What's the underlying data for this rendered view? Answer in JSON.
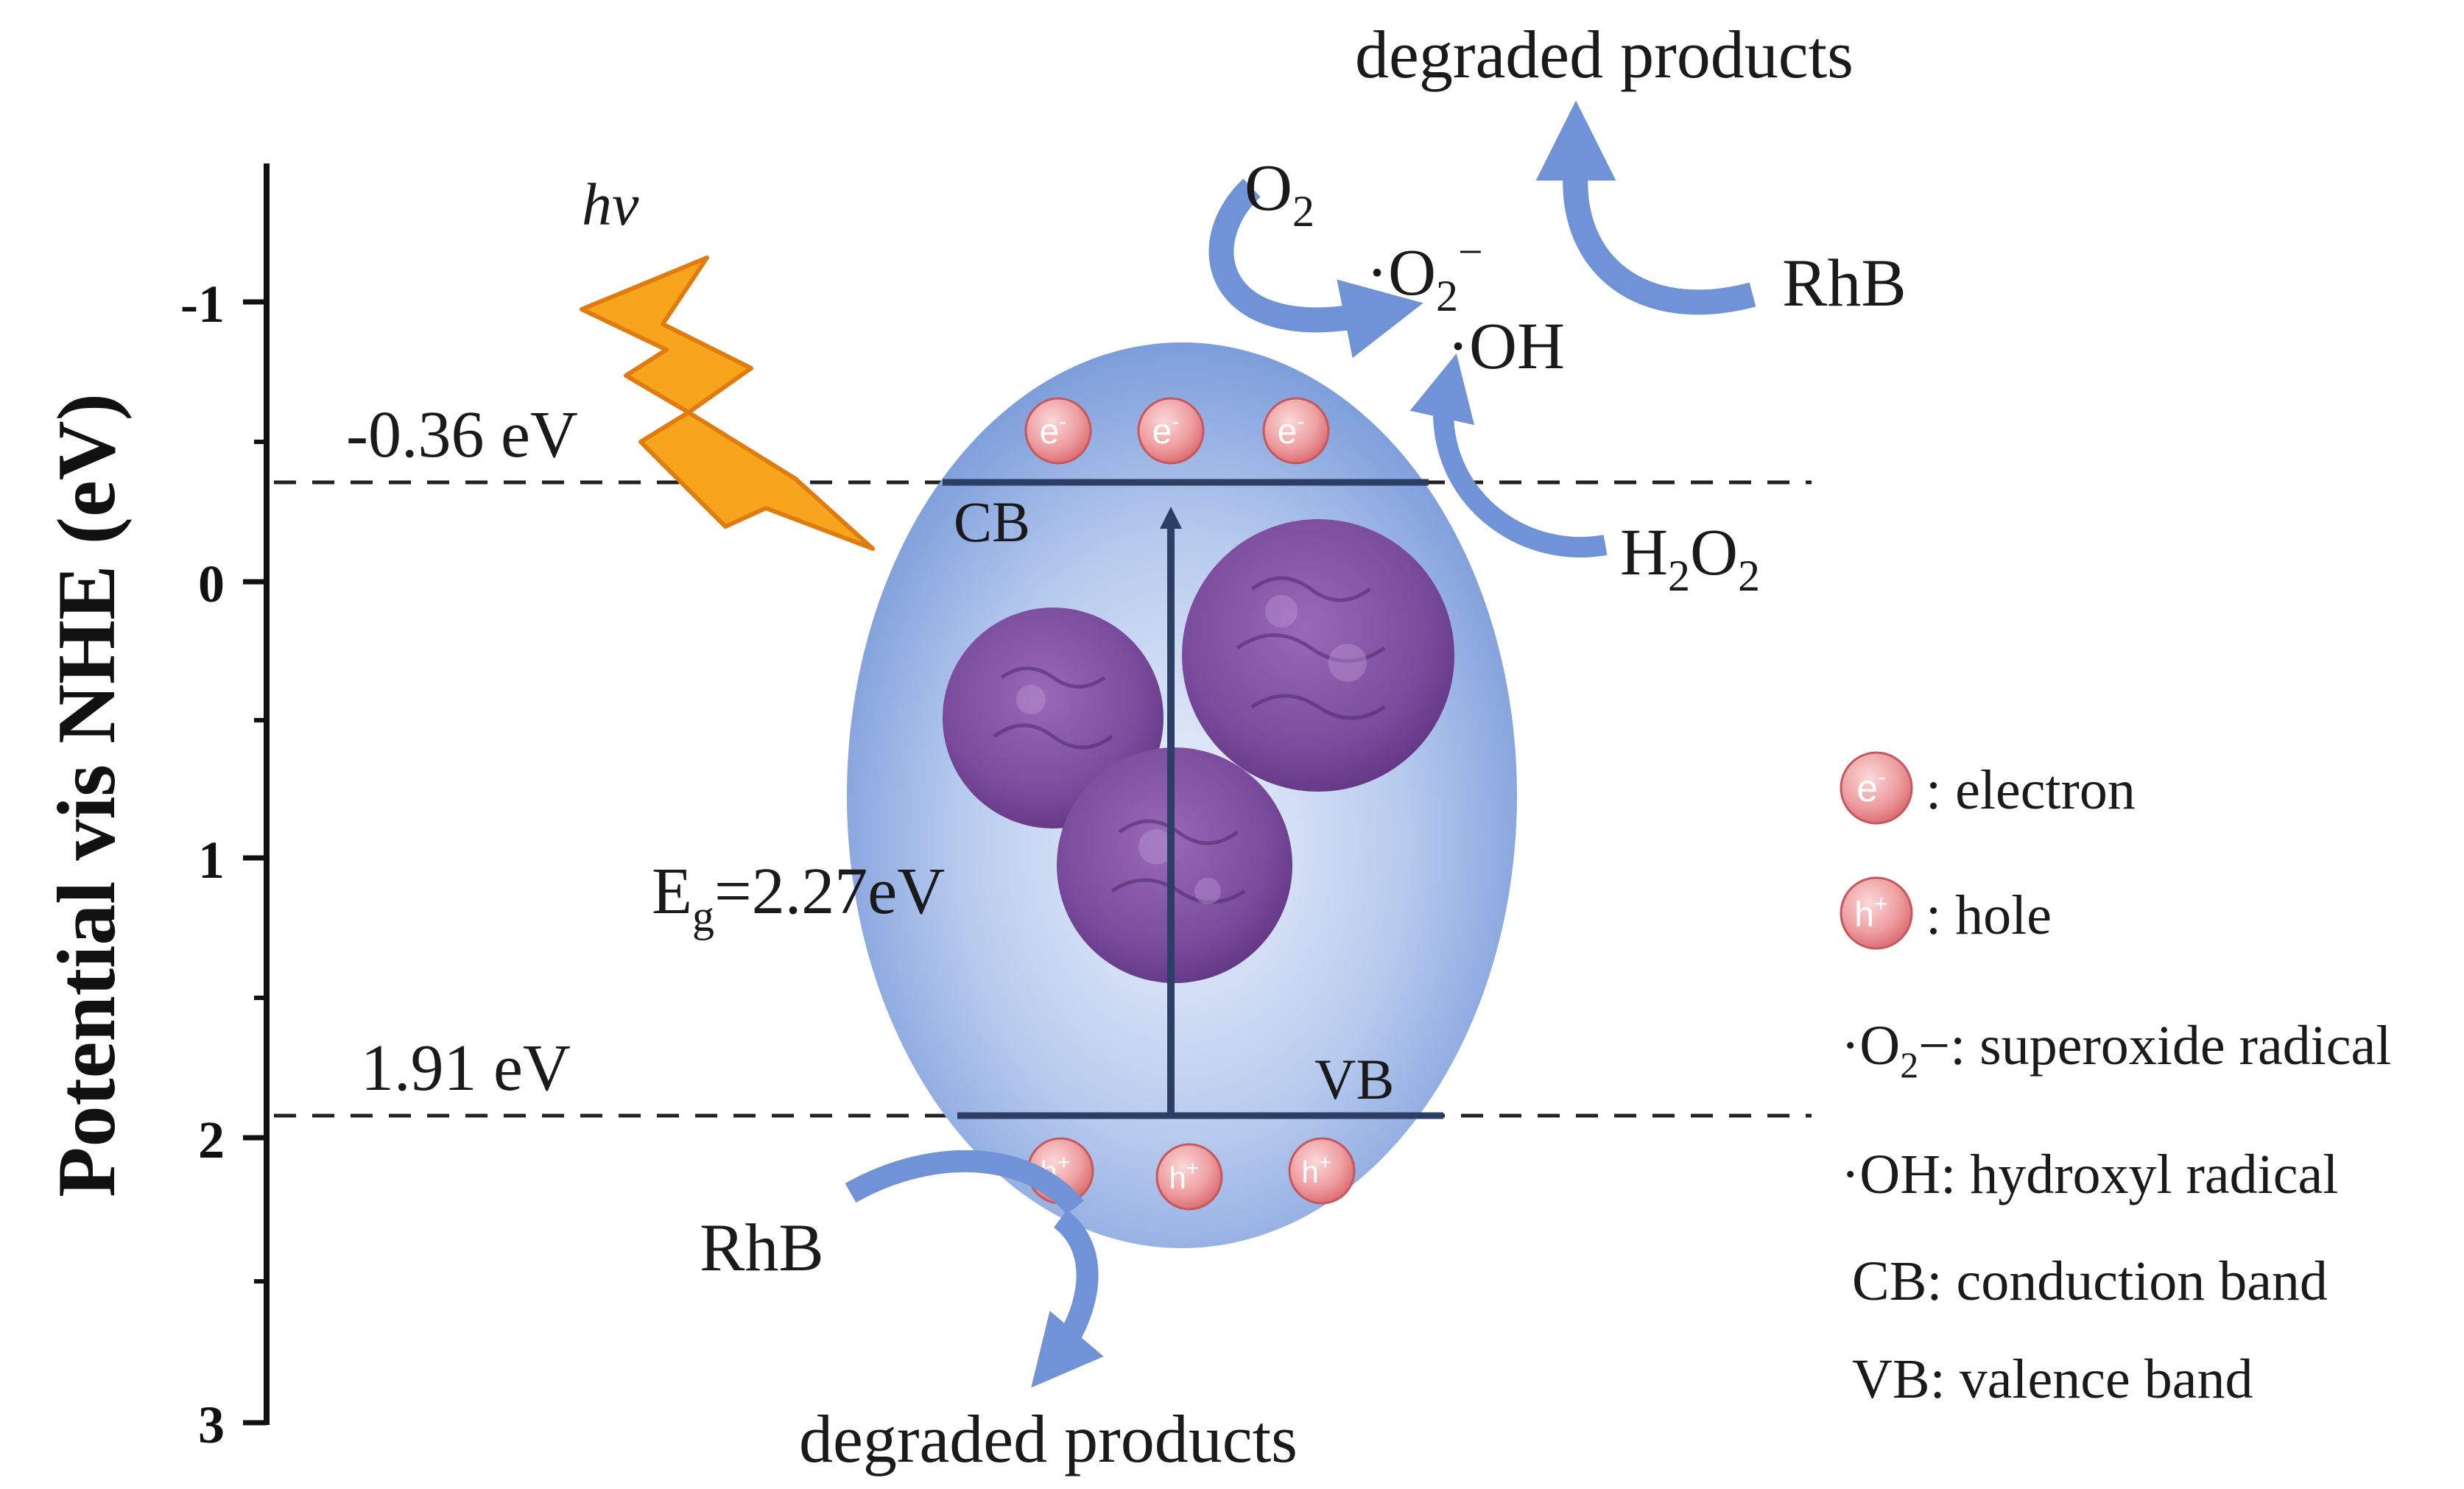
{
  "axis": {
    "title": "Potential vis NHE (eV)",
    "ticks": [
      "-1",
      "0",
      "1",
      "2",
      "3"
    ]
  },
  "levels": {
    "cb_value": "-0.36 eV",
    "vb_value": "1.91 eV",
    "cb_label": "CB",
    "vb_label": "VB",
    "gap_prefix": "E",
    "gap_sub": "g",
    "gap_value": "=2.27eV"
  },
  "light": {
    "label": "hv"
  },
  "particles": {
    "electron": "e",
    "electron_sup": "-",
    "hole": "h",
    "hole_sup": "+"
  },
  "reactions": {
    "top_products": "degraded products",
    "bottom_products": "degraded products",
    "o2": "O",
    "o2_sub": "2",
    "superoxide_prefix": "·O",
    "superoxide_sub": "2",
    "superoxide_sup": "−",
    "hydroxyl": "·OH",
    "h2o2_a": "H",
    "h2o2_sub1": "2",
    "h2o2_b": "O",
    "h2o2_sub2": "2",
    "rhb_top": "RhB",
    "rhb_bottom": "RhB"
  },
  "legend": {
    "electron_text": ": electron",
    "hole_text": ": hole",
    "superoxide_prefix": "·O",
    "superoxide_sub": "2",
    "superoxide_text": "−: superoxide radical",
    "hydroxyl_text": "·OH: hydroxyl radical",
    "cb_text": "CB: conduction band",
    "vb_text": "VB: valence band"
  },
  "colors": {
    "sphere_center": "#e9f0fb",
    "sphere_edge": "#6f93d6",
    "band_line": "#2c3e63",
    "arrow_blue": "#6f93d6",
    "particle_fill": "#e98f93",
    "particle_edge": "#c5585e",
    "bolt_fill": "#f7a51c",
    "bolt_edge": "#e07b10",
    "flower": "#7a4a9c"
  }
}
